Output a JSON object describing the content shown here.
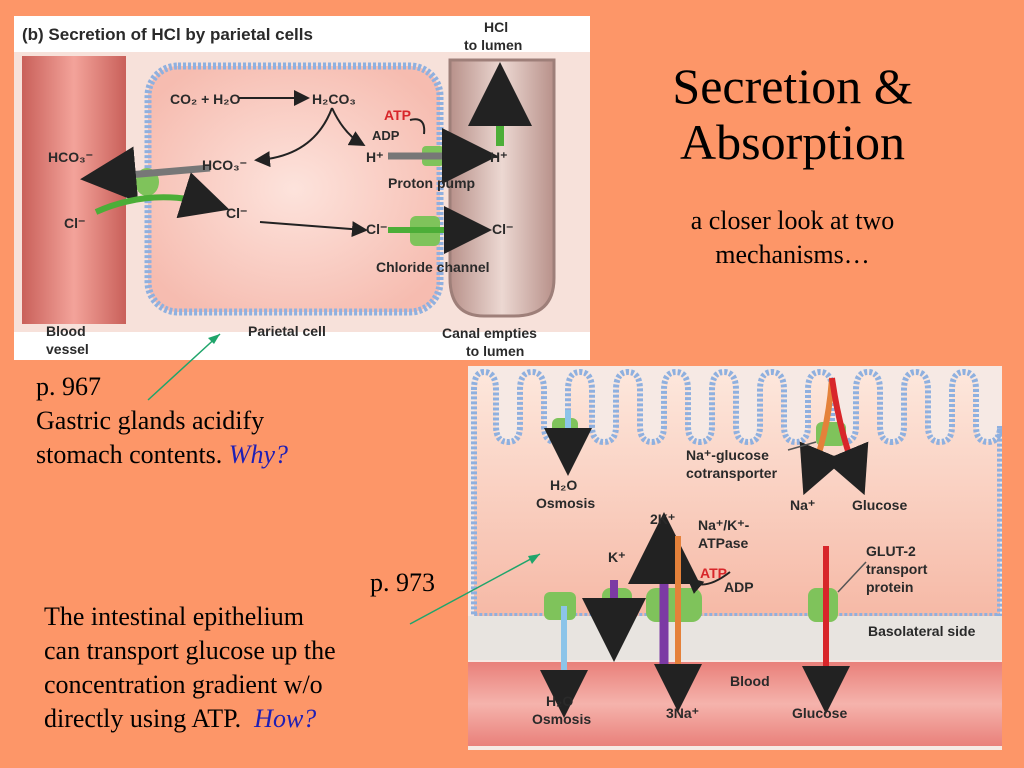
{
  "slide": {
    "title_line1": "Secretion &",
    "title_line2": "Absorption",
    "subtitle_line1": "a closer look at two",
    "subtitle_line2": "mechanisms…"
  },
  "note_hcl": {
    "page_ref": "p. 967",
    "line1": "Gastric glands acidify",
    "line2": "stomach contents.",
    "question": "Why?"
  },
  "note_glucose": {
    "page_ref": "p. 973",
    "line1": "The intestinal epithelium",
    "line2": "can transport glucose up the",
    "line3": "concentration gradient w/o",
    "line4": "directly using ATP.",
    "question": "How?"
  },
  "hcl_figure": {
    "heading": "(b) Secretion of HCl by parietal cells",
    "hcl_top_1": "HCl",
    "hcl_top_2": "to lumen",
    "eq_co2": "CO₂ + H₂O",
    "eq_h2co3": "H₂CO₃",
    "atp": "ATP",
    "adp": "ADP",
    "h_in": "H⁺",
    "h_out": "H⁺",
    "proton_pump": "Proton pump",
    "hco3_out": "HCO₃⁻",
    "hco3_in": "HCO₃⁻",
    "cl_blood": "Cl⁻",
    "cl_cell": "Cl⁻",
    "cl_cell2": "Cl⁻",
    "cl_lumen": "Cl⁻",
    "chloride_channel": "Chloride channel",
    "blood_vessel_1": "Blood",
    "blood_vessel_2": "vessel",
    "parietal_cell": "Parietal cell",
    "canal_1": "Canal empties",
    "canal_2": "to lumen"
  },
  "intestine_figure": {
    "h2o_top": "H₂O",
    "osmosis_top": "Osmosis",
    "na_glucose_1": "Na⁺-glucose",
    "na_glucose_2": "cotransporter",
    "na": "Na⁺",
    "glucose_top": "Glucose",
    "two_k": "2K⁺",
    "nak_1": "Na⁺/K⁺-",
    "nak_2": "ATPase",
    "k": "K⁺",
    "atp": "ATP",
    "adp": "ADP",
    "glut_1": "GLUT-2",
    "glut_2": "transport",
    "glut_3": "protein",
    "basolateral": "Basolateral side",
    "blood": "Blood",
    "h2o_bottom": "H₂O",
    "osmosis_bottom": "Osmosis",
    "three_na": "3Na⁺",
    "glucose_bottom": "Glucose"
  }
}
